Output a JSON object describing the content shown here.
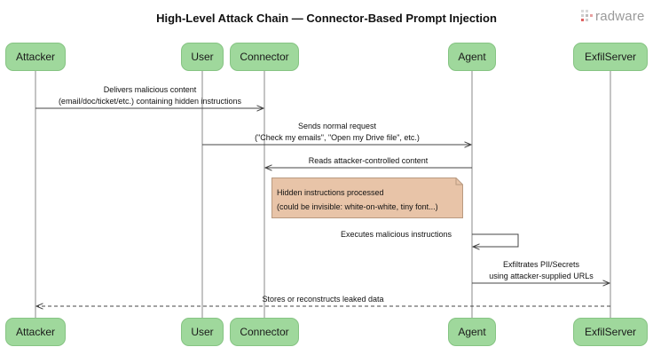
{
  "title": "High-Level Attack Chain — Connector-Based Prompt Injection",
  "logo": {
    "text": "radware",
    "icon": "radware-logo-icon"
  },
  "actors": [
    "Attacker",
    "User",
    "Connector",
    "Agent",
    "ExfilServer"
  ],
  "colors": {
    "actor_fill": "#9fd89c",
    "note_fill": "#e8c4a8",
    "line": "#555555"
  },
  "messages": [
    {
      "from": "Attacker",
      "to": "Connector",
      "style": "solid",
      "lines": [
        "Delivers malicious content",
        "(email/doc/ticket/etc.) containing hidden instructions"
      ]
    },
    {
      "from": "User",
      "to": "Agent",
      "style": "solid",
      "lines": [
        "Sends normal request",
        "(\"Check my emails\", \"Open my Drive file\", etc.)"
      ]
    },
    {
      "from": "Agent",
      "to": "Connector",
      "style": "solid",
      "lines": [
        "Reads attacker-controlled content"
      ]
    },
    {
      "from": "Agent",
      "to": "Agent",
      "style": "self",
      "lines": [
        "Executes malicious instructions"
      ]
    },
    {
      "from": "Agent",
      "to": "ExfilServer",
      "style": "solid",
      "lines": [
        "Exfiltrates PII/Secrets",
        "using attacker-supplied URLs"
      ]
    },
    {
      "from": "ExfilServer",
      "to": "Attacker",
      "style": "dashed",
      "lines": [
        "Stores or reconstructs leaked data"
      ]
    }
  ],
  "note": {
    "over": "Connector",
    "lines": [
      "Hidden instructions processed",
      "(could be invisible: white-on-white, tiny font...)"
    ]
  }
}
